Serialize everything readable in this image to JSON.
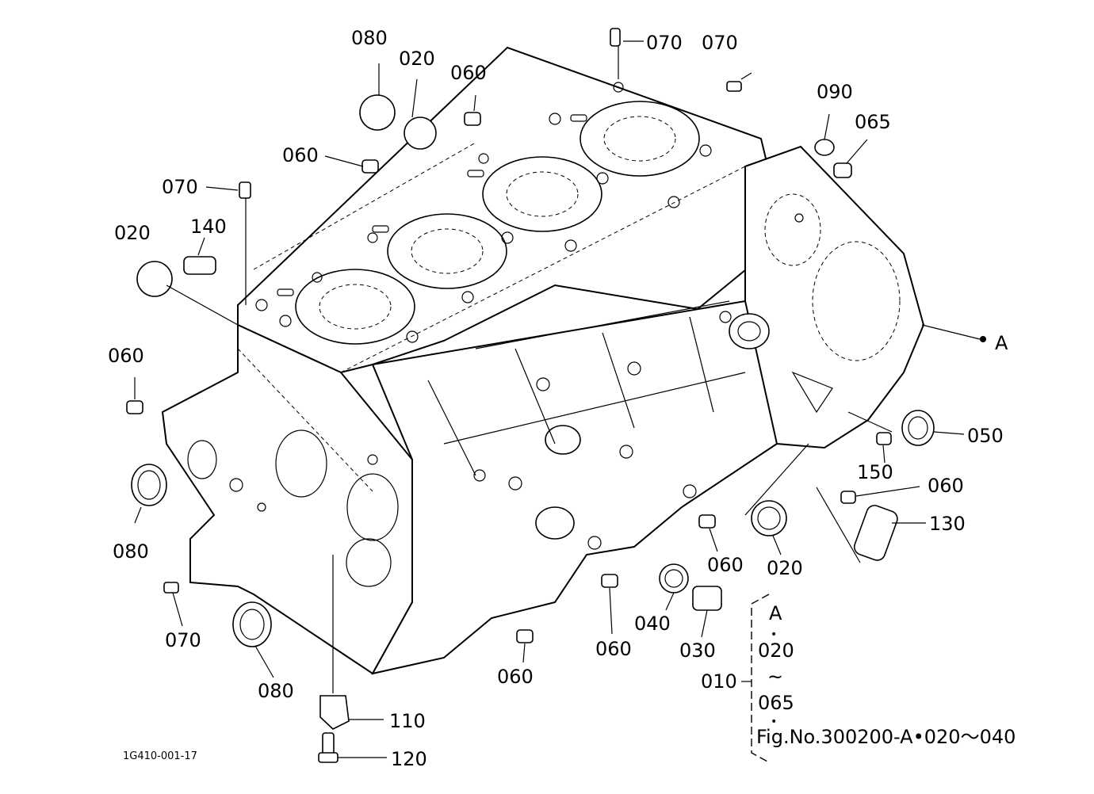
{
  "drawing_code": "1G410-001-17",
  "callouts": {
    "c080_top": "080",
    "c020_top": "020",
    "c060_top": "060",
    "c070_top1": "070",
    "c070_top2": "070",
    "c090": "090",
    "c065": "065",
    "c060_mid": "060",
    "c070_left": "070",
    "c020_left": "020",
    "c140": "140",
    "c060_left": "060",
    "c080_left": "080",
    "cA": "A",
    "c050": "050",
    "c150": "150",
    "c060_r": "060",
    "c130": "130",
    "c060_b1": "060",
    "c020_b": "020",
    "c040": "040",
    "c030": "030",
    "c060_b2": "060",
    "c060_b3": "060",
    "c070_bl": "070",
    "c080_bl": "080",
    "c110": "110",
    "c120": "120",
    "c010": "010"
  },
  "legend": {
    "a": "A",
    "dot1": "•",
    "from": "020",
    "tilde": "~",
    "to": "065",
    "dot2": "•",
    "figref": "Fig.No.300200-A•020～040"
  }
}
